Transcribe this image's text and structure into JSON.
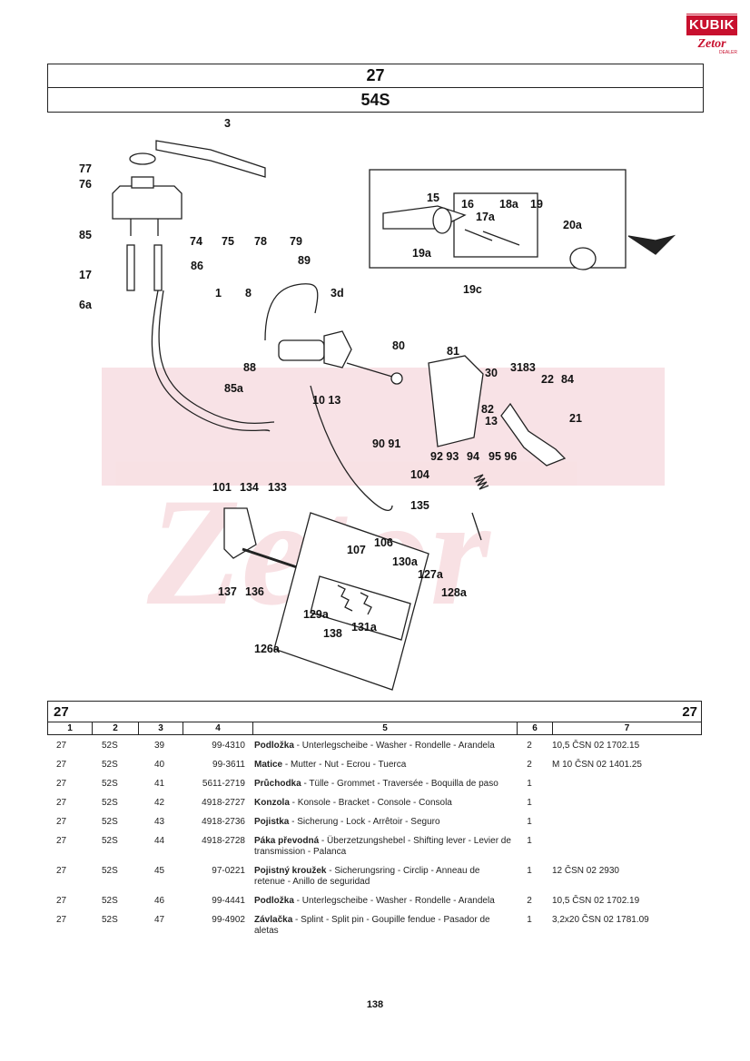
{
  "logo": {
    "brand": "KUBIK",
    "sub": "Zetor",
    "tag": "DEALER"
  },
  "header": {
    "group": "27",
    "model": "54S"
  },
  "diagram_labels": [
    "3",
    "77",
    "76",
    "75",
    "74",
    "78",
    "79",
    "85",
    "17",
    "86",
    "6a",
    "89",
    "1",
    "8",
    "3d",
    "80",
    "88",
    "85a",
    "10",
    "13",
    "81",
    "30",
    "31",
    "83",
    "22",
    "84",
    "82",
    "21",
    "90",
    "91",
    "92",
    "93",
    "94",
    "95",
    "96",
    "104",
    "101",
    "134",
    "133",
    "135",
    "137",
    "136",
    "107",
    "106",
    "130a",
    "127a",
    "128a",
    "129a",
    "138",
    "131a",
    "126a",
    "15",
    "16",
    "17a",
    "18a",
    "19",
    "19a",
    "19c",
    "20a"
  ],
  "table": {
    "group_left": "27",
    "group_right": "27",
    "columns": [
      "1",
      "2",
      "3",
      "4",
      "5",
      "6",
      "7"
    ],
    "rows": [
      {
        "c1": "27",
        "c2": "52S",
        "c3": "39",
        "c4": "99-4310",
        "name": "Podložka",
        "desc": " - Unterlegscheibe - Washer - Rondelle - Arandela",
        "qty": "2",
        "norm": "10,5 ČSN 02 1702.15"
      },
      {
        "c1": "27",
        "c2": "52S",
        "c3": "40",
        "c4": "99-3611",
        "name": "Matice",
        "desc": " - Mutter - Nut - Ecrou - Tuerca",
        "qty": "2",
        "norm": "M 10 ČSN 02 1401.25"
      },
      {
        "c1": "27",
        "c2": "52S",
        "c3": "41",
        "c4": "5611-2719",
        "name": "Průchodka",
        "desc": " - Tülle - Grommet - Traversée - Boquilla de paso",
        "qty": "1",
        "norm": ""
      },
      {
        "c1": "27",
        "c2": "52S",
        "c3": "42",
        "c4": "4918-2727",
        "name": "Konzola",
        "desc": " - Konsole - Bracket - Console - Consola",
        "qty": "1",
        "norm": ""
      },
      {
        "c1": "27",
        "c2": "52S",
        "c3": "43",
        "c4": "4918-2736",
        "name": "Pojistka",
        "desc": " - Sicherung - Lock - Arrêtoir - Seguro",
        "qty": "1",
        "norm": ""
      },
      {
        "c1": "27",
        "c2": "52S",
        "c3": "44",
        "c4": "4918-2728",
        "name": "Páka převodná",
        "desc": " - Überzetzungshebel - Shifting lever - Levier de transmission - Palanca",
        "qty": "1",
        "norm": ""
      },
      {
        "c1": "27",
        "c2": "52S",
        "c3": "45",
        "c4": "97-0221",
        "name": "Pojistný kroužek",
        "desc": " - Sicherungsring - Circlip - Anneau de retenue - Anillo de seguridad",
        "qty": "1",
        "norm": "12 ČSN 02 2930"
      },
      {
        "c1": "27",
        "c2": "52S",
        "c3": "46",
        "c4": "99-4441",
        "name": "Podložka",
        "desc": " - Unterlegscheibe - Washer - Rondelle - Arandela",
        "qty": "2",
        "norm": "10,5 ČSN 02 1702.19"
      },
      {
        "c1": "27",
        "c2": "52S",
        "c3": "47",
        "c4": "99-4902",
        "name": "Závlačka",
        "desc": " - Splint - Split pin - Goupille fendue - Pasador de aletas",
        "qty": "1",
        "norm": "3,2x20 ČSN 02 1781.09"
      }
    ]
  },
  "page_number": "138"
}
